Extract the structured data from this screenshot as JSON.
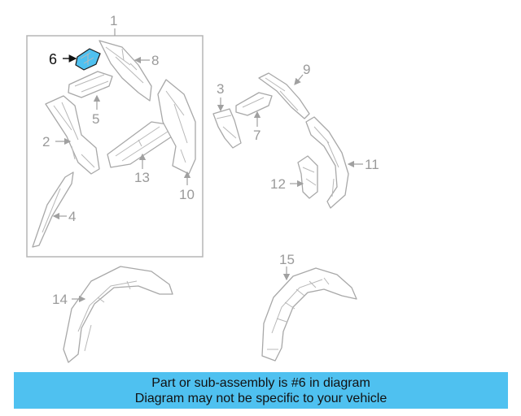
{
  "callouts": {
    "c1": "1",
    "c2": "2",
    "c3": "3",
    "c4": "4",
    "c5": "5",
    "c6": "6",
    "c7": "7",
    "c8": "8",
    "c9": "9",
    "c10": "10",
    "c11": "11",
    "c12": "12",
    "c13": "13",
    "c14": "14",
    "c15": "15"
  },
  "highlighted_part": "6",
  "colors": {
    "highlight_fill": "#4fc1f0",
    "banner_bg": "#4fc1f0",
    "linework": "#a8a8a8"
  },
  "banner": {
    "line1": "Part or sub-assembly is #6 in diagram",
    "line2": "Diagram may not be specific to your vehicle"
  }
}
